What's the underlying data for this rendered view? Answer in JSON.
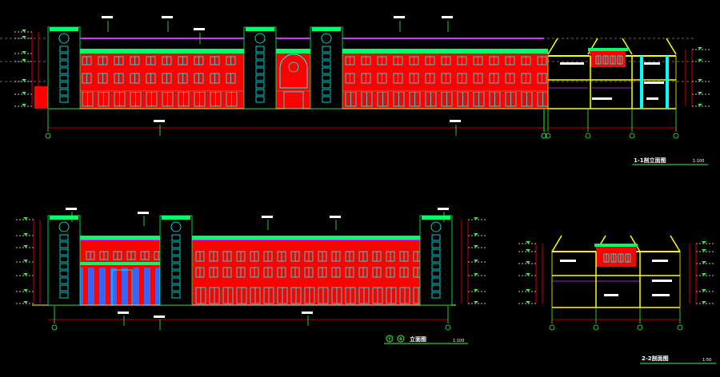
{
  "drawing": {
    "section_1": {
      "title": "1-1剖立面图",
      "scale": "1:100"
    },
    "elevation_south": {
      "axis_start": "⑪",
      "axis_end": "④",
      "title": "立面图",
      "scale": "1:100"
    },
    "section_2": {
      "title": "2-2剖面图",
      "scale": "1:50"
    }
  },
  "colors": {
    "wall": "#ff0000",
    "cornice": "#00ff66",
    "window": "#00ffff",
    "roof": "#cc33ff",
    "section": "#ffff00",
    "leader": "#33ff33",
    "dim": "#ff0000"
  }
}
